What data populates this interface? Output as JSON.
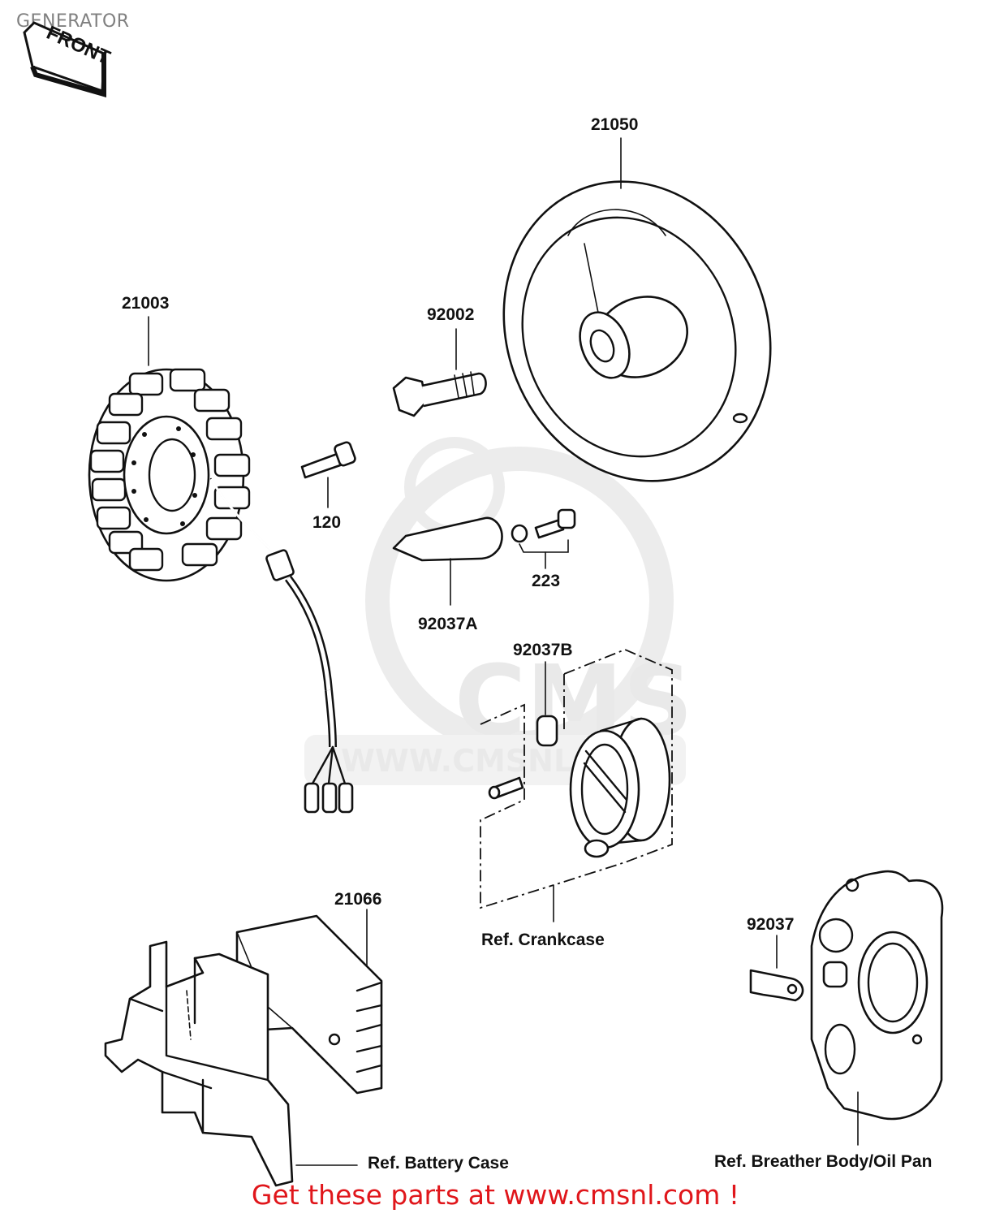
{
  "page": {
    "title": "GENERATOR",
    "footer": "Get these parts at www.cmsnl.com !"
  },
  "orientation": {
    "label": "FRONT"
  },
  "watermark": {
    "logo_text": "CMS",
    "url_text": "WWW.CMSNL.COM"
  },
  "parts": {
    "p21050": "21050",
    "p21003": "21003",
    "p92002": "92002",
    "p120": "120",
    "p223": "223",
    "p92037A": "92037A",
    "p92037B": "92037B",
    "p21066": "21066",
    "p92037": "92037"
  },
  "references": {
    "crankcase": "Ref. Crankcase",
    "battery_case": "Ref. Battery Case",
    "breather": "Ref. Breather Body/Oil Pan"
  },
  "colors": {
    "footer": "#e0161b",
    "title": "#808080",
    "line": "#111111"
  }
}
